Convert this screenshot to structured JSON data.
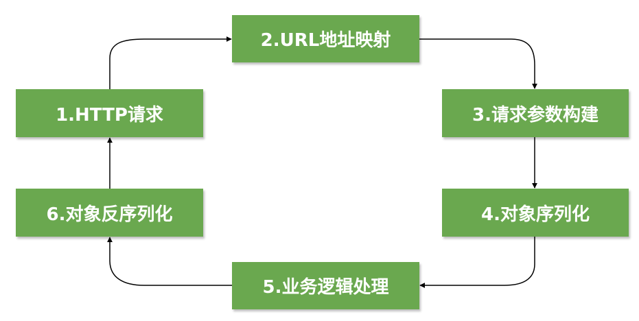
{
  "diagram": {
    "steps": [
      {
        "id": "1",
        "label": "1.HTTP请求"
      },
      {
        "id": "2",
        "label": "2.URL地址映射"
      },
      {
        "id": "3",
        "label": "3.请求参数构建"
      },
      {
        "id": "4",
        "label": "4.对象序列化"
      },
      {
        "id": "5",
        "label": "5.业务逻辑处理"
      },
      {
        "id": "6",
        "label": "6.对象反序列化"
      }
    ],
    "flow": [
      {
        "from": "1",
        "to": "2"
      },
      {
        "from": "2",
        "to": "3"
      },
      {
        "from": "3",
        "to": "4"
      },
      {
        "from": "4",
        "to": "5"
      },
      {
        "from": "5",
        "to": "6"
      },
      {
        "from": "6",
        "to": "1"
      }
    ],
    "colors": {
      "box_fill": "#6aa84f",
      "box_text": "#ffffff",
      "connector": "#000000"
    }
  }
}
